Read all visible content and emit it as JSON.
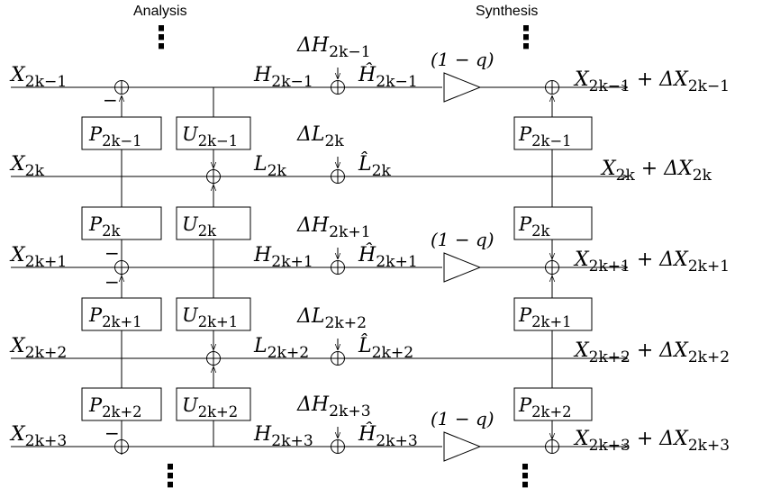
{
  "headers": {
    "analysis": "Analysis",
    "synthesis": "Synthesis"
  },
  "inputs": [
    "X2k−1",
    "X2k",
    "X2k+1",
    "X2k+2",
    "X2k+3"
  ],
  "outputs": [
    "X2k−1 + ΔX2k−1",
    "X2k + ΔX2k",
    "X2k+1 + ΔX2k+1",
    "X2k+2 + ΔX2k+2",
    "X2k+3 + ΔX2k+3"
  ],
  "predict_blocks": [
    "P2k−1",
    "P2k",
    "P2k+1",
    "P2k+2"
  ],
  "update_blocks": [
    "U2k−1",
    "U2k",
    "U2k+1",
    "U2k+2"
  ],
  "synthesis_blocks": [
    "P2k−1",
    "P2k",
    "P2k+1",
    "P2k+2"
  ],
  "subband_signals": [
    "H2k−1",
    "L2k",
    "H2k+1",
    "L2k+2",
    "H2k+3"
  ],
  "perturbations": [
    "ΔH2k−1",
    "ΔL2k",
    "ΔH2k+1",
    "ΔL2k+2",
    "ΔH2k+3"
  ],
  "perturbed_signals": [
    "Ĥ2k−1",
    "L̂2k",
    "Ĥ2k+1",
    "L̂2k+2",
    "Ĥ2k+3"
  ],
  "gain_label": "(1 − q)",
  "minus_sign": "−",
  "ellipsis": "⋮"
}
